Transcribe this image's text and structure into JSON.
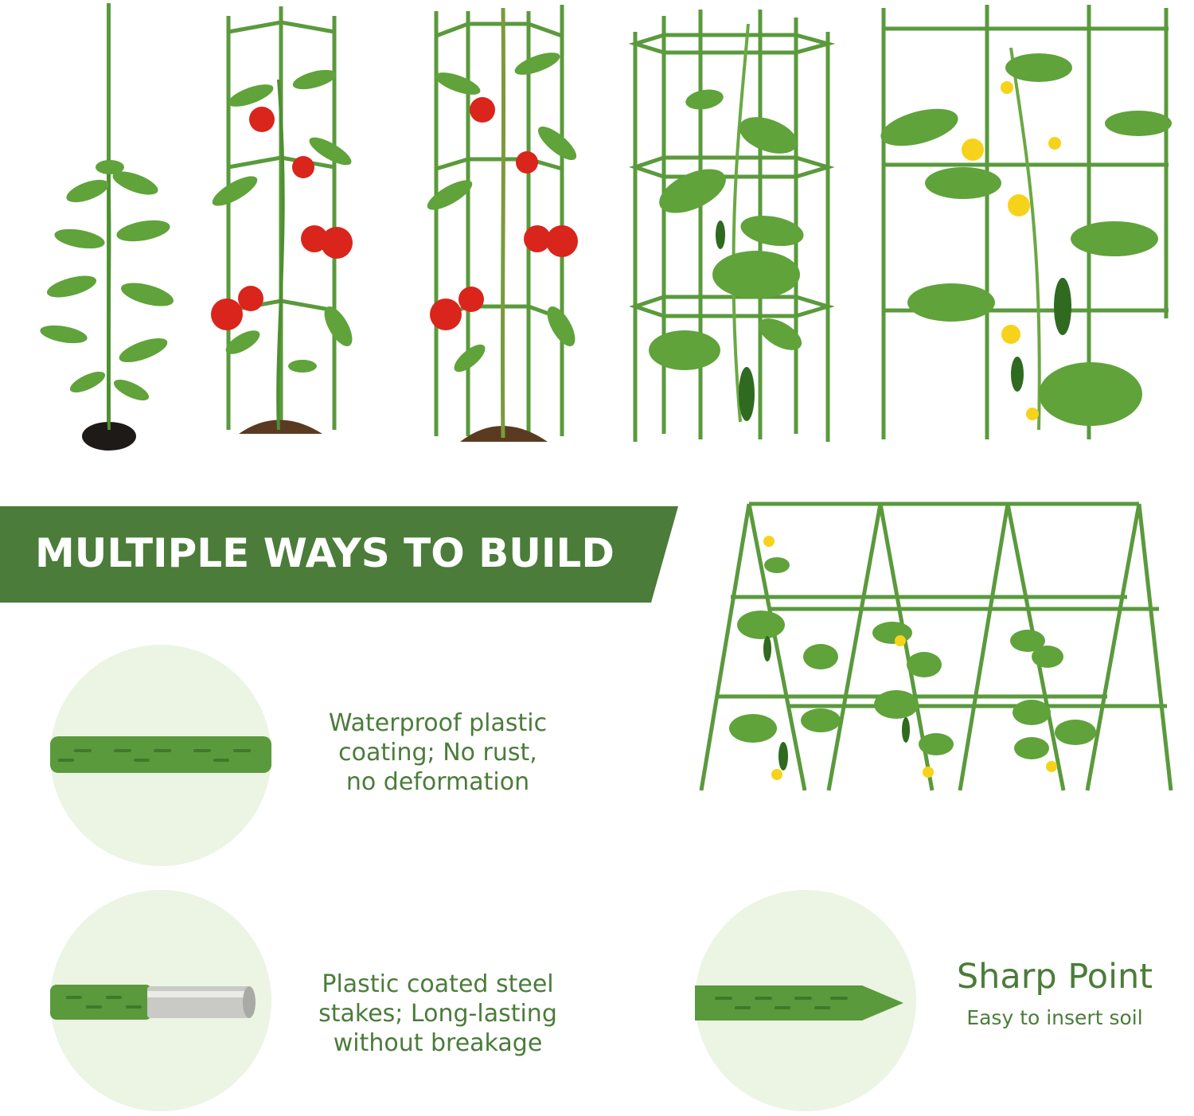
{
  "banner": {
    "title": "MULTIPLE WAYS TO BUILD",
    "color": "#4b7c3a"
  },
  "features": [
    {
      "lines": [
        "Waterproof plastic",
        "coating; No rust,",
        "no deformation"
      ]
    },
    {
      "lines": [
        "Plastic coated steel",
        "stakes; Long-lasting",
        "without breakage"
      ]
    }
  ],
  "sharp_point": {
    "title": "Sharp Point",
    "subtitle": "Easy to insert soil"
  },
  "colors": {
    "text_green": "#4b7c3a",
    "stake_green": "#5a9a3c",
    "circle_bg": "#ecf4e3",
    "leaf_green": "#5fa33a",
    "tomato_red": "#d9251b",
    "flower_yellow": "#f7d21a"
  },
  "illustrations": [
    "tomato-seedling-with-single-stake",
    "tomato-plant-in-short-cage",
    "tomato-plant-in-tall-cage",
    "cucumber-in-hexagon-cage",
    "cucumber-on-flat-trellis",
    "cucumbers-on-a-frame-trellis",
    "stake-close-up-icon",
    "steel-core-stake-icon",
    "sharp-point-stake-icon"
  ]
}
